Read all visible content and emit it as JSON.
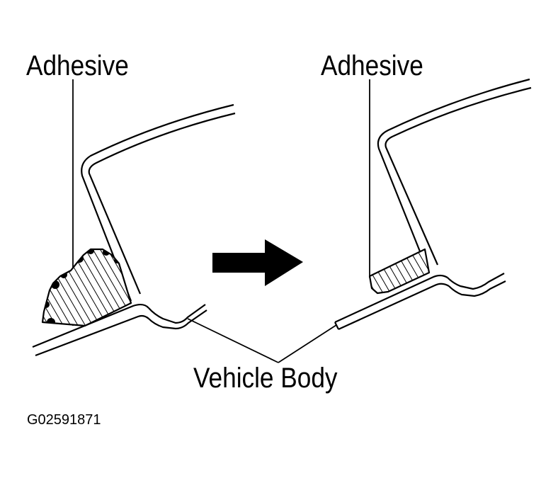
{
  "labels": {
    "adhesive_left": "Adhesive",
    "adhesive_right": "Adhesive",
    "vehicle_body": "Vehicle Body",
    "figure_code": "G02591871"
  },
  "colors": {
    "ink": "#000000",
    "paper": "#ffffff"
  },
  "icons": {
    "arrow": "right-arrow-icon"
  }
}
